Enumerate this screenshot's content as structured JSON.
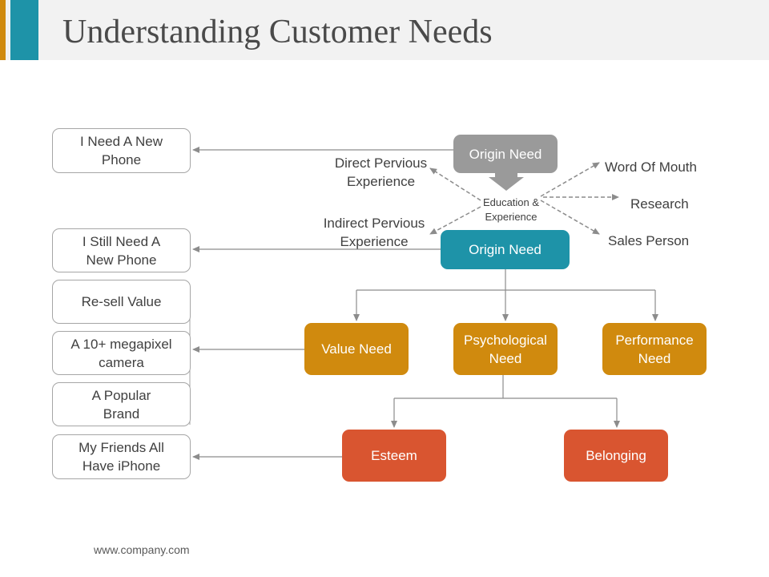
{
  "title": "Understanding Customer Needs",
  "left_boxes": [
    "I Need A New\nPhone",
    "I Still Need A\nNew Phone",
    "Re-sell Value",
    "A 10+ megapixel\ncamera",
    "A Popular\nBrand",
    "My Friends All\nHave iPhone"
  ],
  "origin_need_top": "Origin Need",
  "origin_need_main": "Origin Need",
  "education": "Education &\nExperience",
  "direct": "Direct Pervious\nExperience",
  "indirect": "Indirect Pervious\nExperience",
  "word_of_mouth": "Word Of Mouth",
  "research": "Research",
  "sales_person": "Sales Person",
  "needs": {
    "value": "Value Need",
    "psychological": "Psychological\nNeed",
    "performance": "Performance\nNeed"
  },
  "sub_needs": {
    "esteem": "Esteem",
    "belonging": "Belonging"
  },
  "footer": "www.company.com",
  "colors": {
    "teal": "#1e93a8",
    "gold": "#d08a0e",
    "red": "#d95530",
    "gray": "#9a9a9a"
  }
}
